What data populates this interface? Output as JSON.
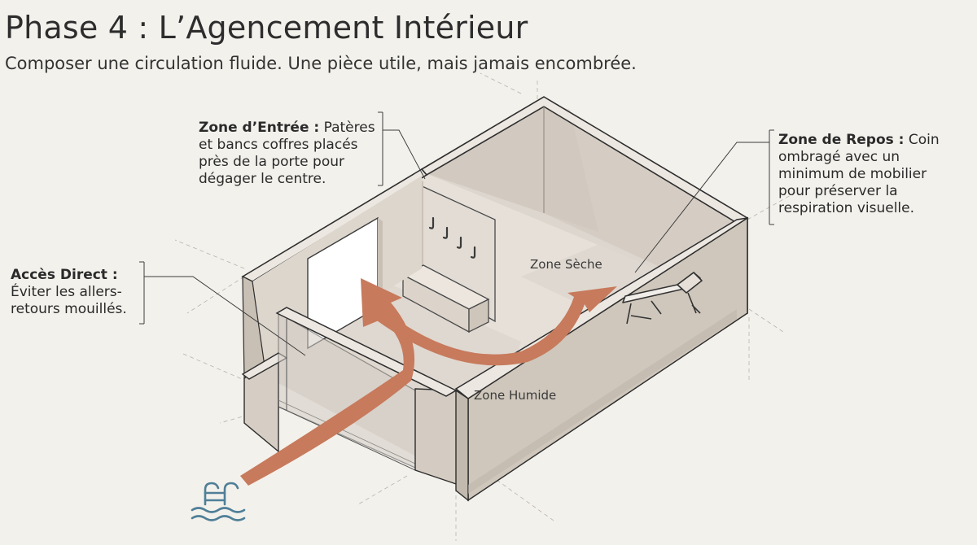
{
  "header": {
    "title": "Phase 4 : L’Agencement Intérieur",
    "subtitle": "Composer une circulation fluide. Une pièce utile, mais jamais encombrée."
  },
  "callouts": {
    "entree": {
      "heading": "Zone d’Entrée :",
      "text": "Patères et bancs coffres placés près de la porte pour dégager le centre."
    },
    "repos": {
      "heading": "Zone de Repos :",
      "text": "Coin ombragé avec un minimum de mobilier pour préserver la respiration visuelle."
    },
    "acces": {
      "heading": "Accès Direct :",
      "text": "Éviter les allers-retours mouillés."
    }
  },
  "zones": {
    "seche": "Zone Sèche",
    "humide": "Zone Humide"
  },
  "colors": {
    "background": "#f3f1ec",
    "arrow": "#c77a5c",
    "wall": "#dcd5cd",
    "wall_dark": "#c9c0b6",
    "floor": "#e4ddd6",
    "pool_icon": "#4f7f97"
  },
  "icons": [
    "coat-hook-icon",
    "bench-icon",
    "lounger-icon",
    "pool-ladder-icon"
  ]
}
